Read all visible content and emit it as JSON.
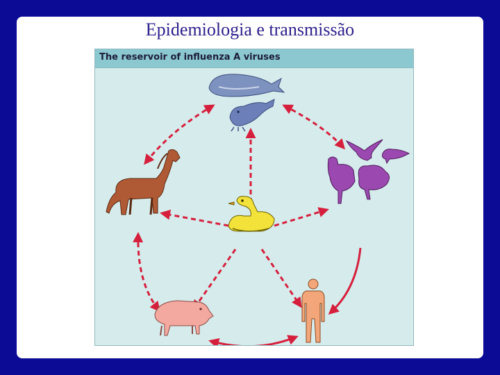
{
  "slide": {
    "title": "Epidemiologia e transmissão"
  },
  "figure": {
    "header": "The reservoir of influenza A viruses",
    "hosts": [
      "marine-mammals",
      "horse",
      "birds",
      "duck",
      "pig",
      "human"
    ]
  },
  "colors": {
    "slide_background": "#0b0b96",
    "figure_background": "#d6ebec",
    "header_background": "#8cc8cf",
    "arrow": "#d61f3c",
    "mammal": "#6c7fb8",
    "horse": "#b05a35",
    "bird": "#9b49b0",
    "duck": "#f2e23a",
    "pig": "#f4a9a0",
    "human": "#f2a679"
  }
}
